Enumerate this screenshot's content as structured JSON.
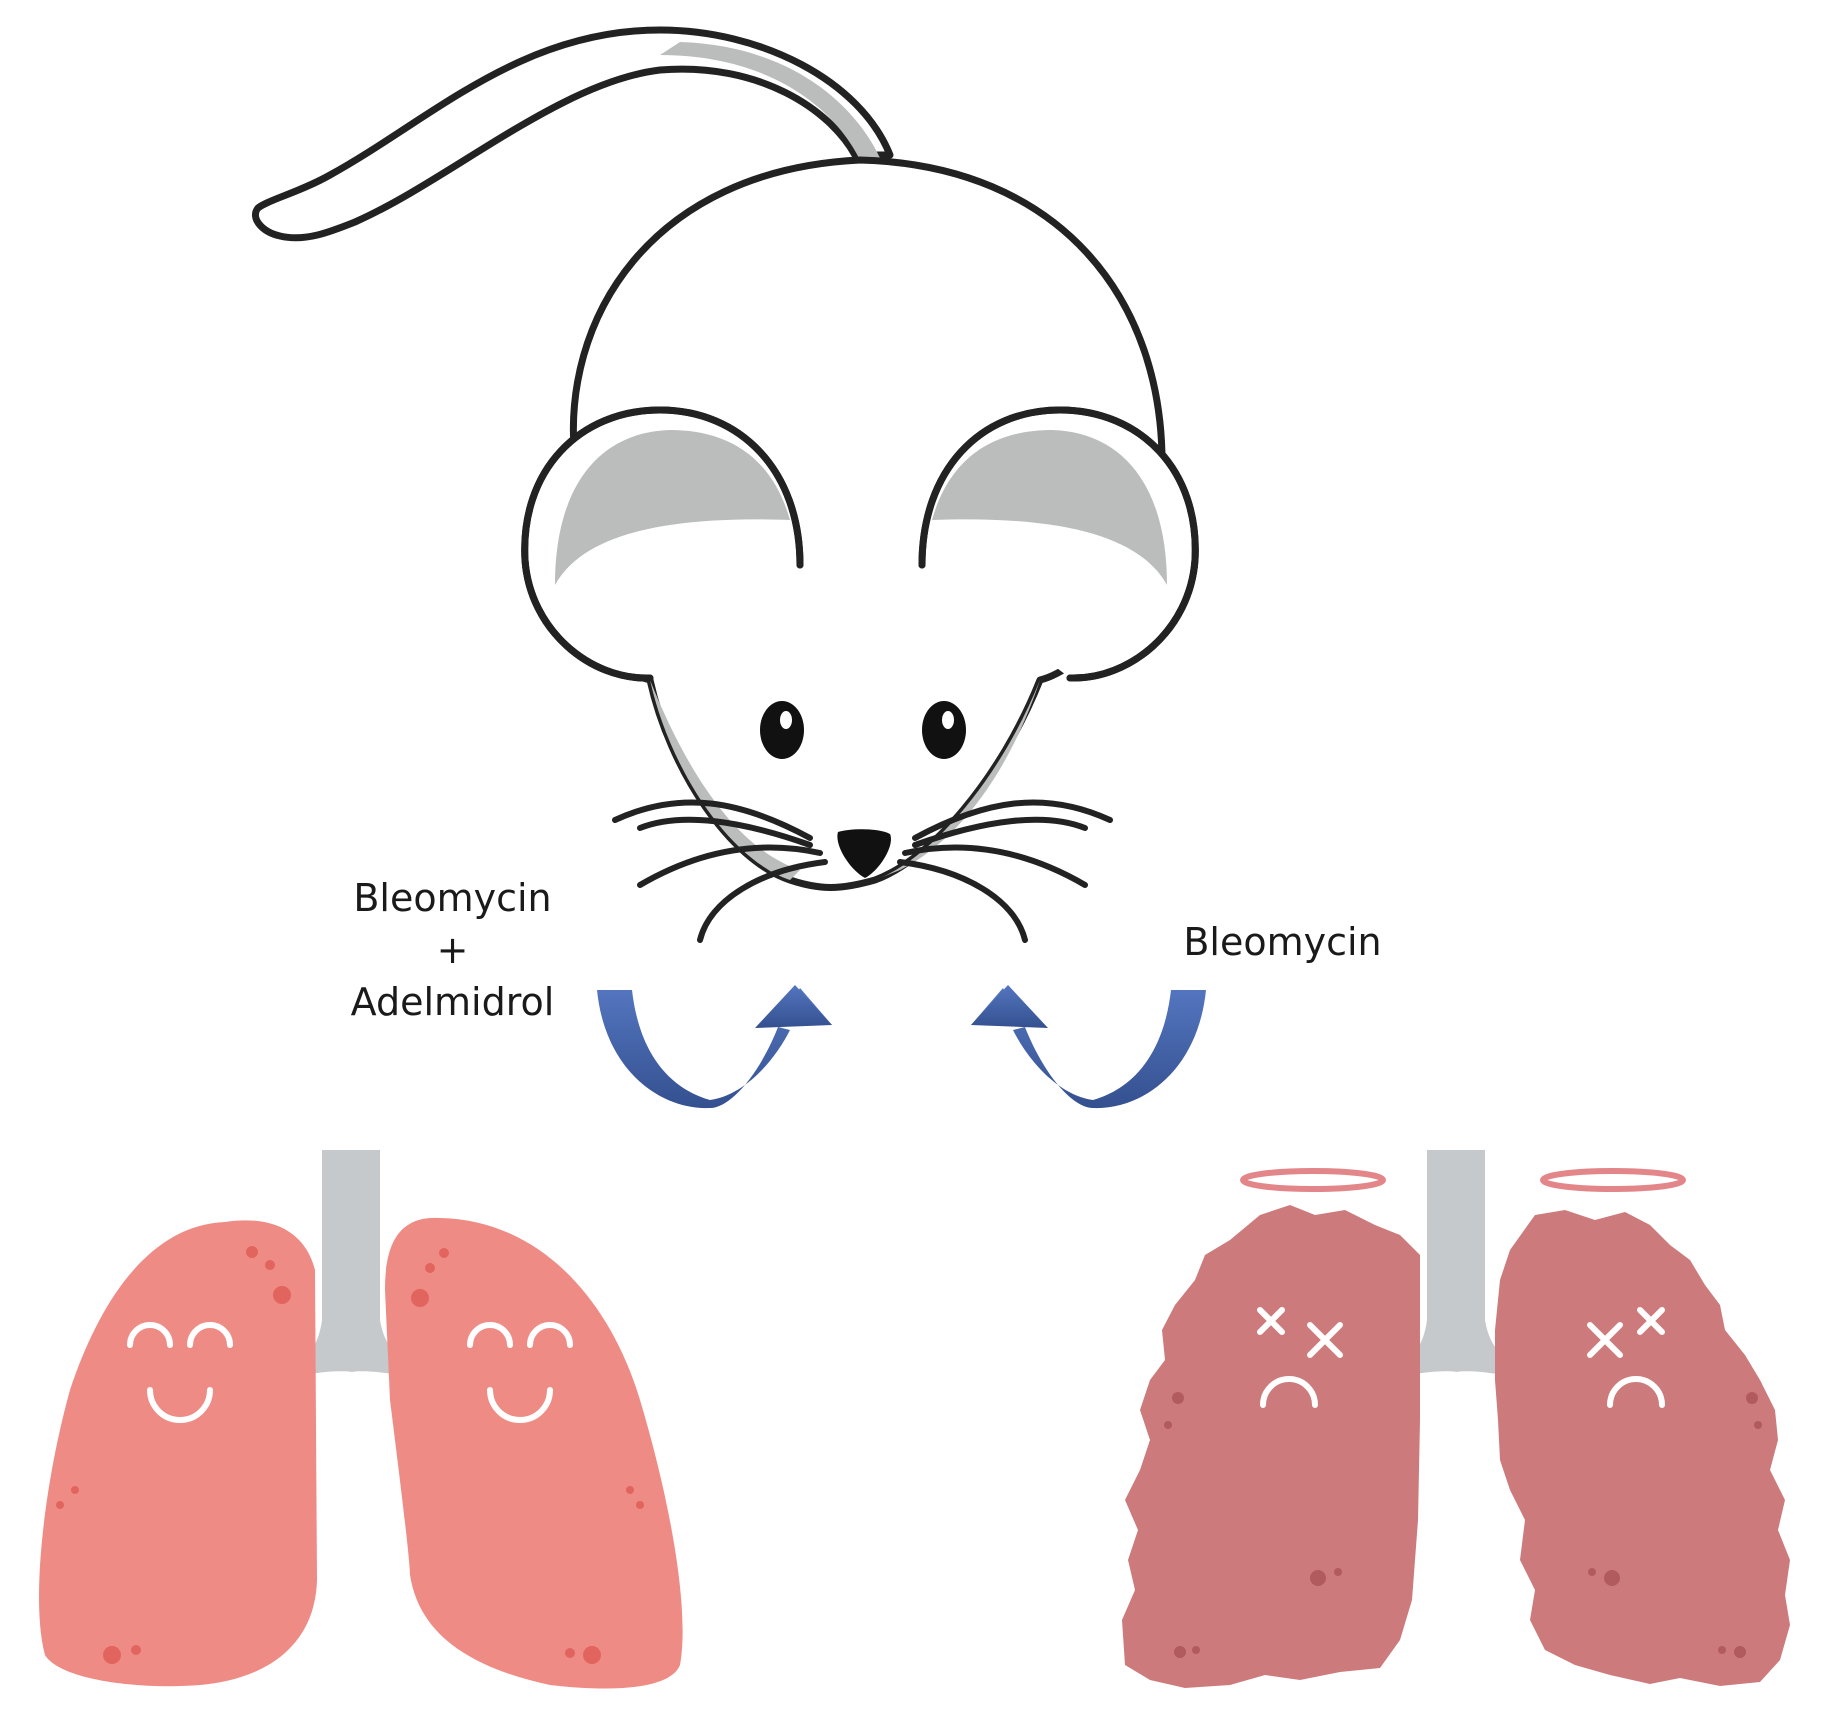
{
  "labels": {
    "left_treatment": [
      "Bleomycin",
      "+",
      "Adelmidrol"
    ],
    "right_treatment": "Bleomycin"
  },
  "colors": {
    "outline": "#222222",
    "mouse_fill": "#ffffff",
    "ear_shade": "#bbbdbd",
    "arrow_blue": "#3f5fa3",
    "trachea_gray": "#c6c9cb",
    "healthy_lung": "#ef8b85",
    "healthy_spot": "#e2645f",
    "damaged_lung": "#cc7a7b",
    "damaged_spot": "#b25b5f",
    "halo": "#e2868a",
    "face": "#ffffff"
  },
  "icons": {
    "mouse": "mouse-icon",
    "left_arrow": "curved-arrow-up-right-icon",
    "right_arrow": "curved-arrow-up-left-icon",
    "healthy_lungs": "happy-lungs-icon",
    "damaged_lungs": "sad-lungs-with-halo-icon"
  }
}
